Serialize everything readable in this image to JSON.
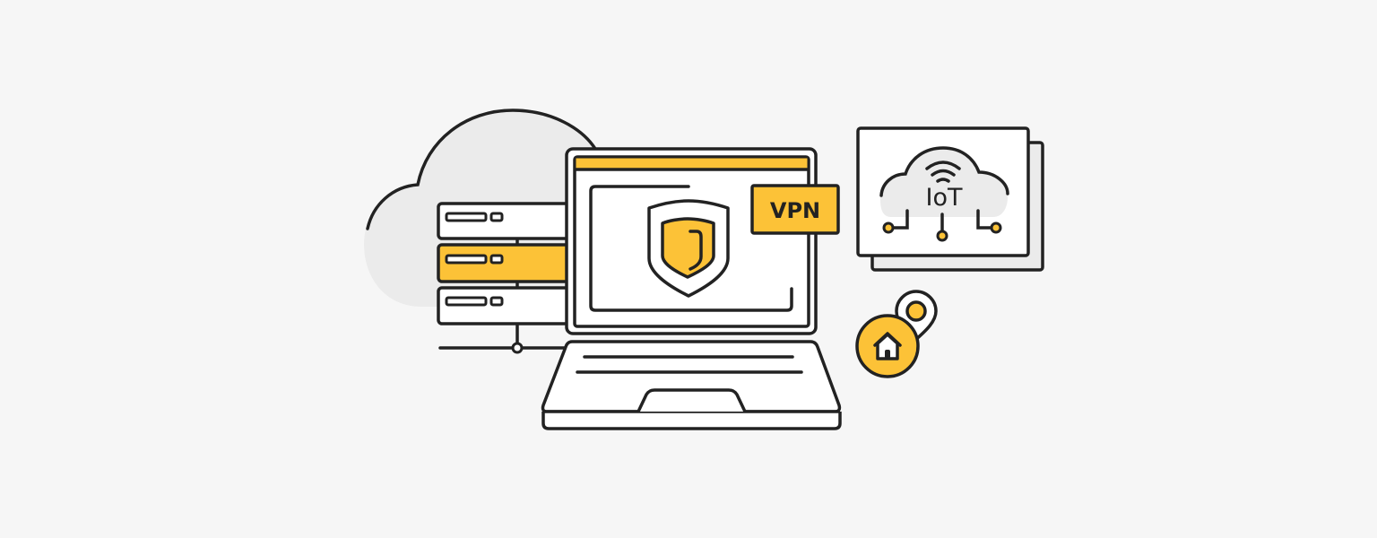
{
  "illustration": {
    "theme": "VPN security on a laptop with cloud servers and IoT",
    "colors": {
      "background": "#f6f6f6",
      "accent_yellow": "#fcc237",
      "outline": "#222222",
      "cloud_fill": "#ebebeb",
      "panel_fill": "#ffffff",
      "panel_shadow": "#ebebeb"
    },
    "vpn_badge": {
      "label": "VPN"
    },
    "iot_panel": {
      "label": "IoT",
      "icons": [
        "wifi-icon",
        "cloud-icon",
        "circuit-node-icon"
      ]
    },
    "server_rack": {
      "units": [
        {
          "state": "idle"
        },
        {
          "state": "active"
        },
        {
          "state": "idle"
        }
      ]
    },
    "laptop": {
      "screen_icon": "shield-icon"
    },
    "location": {
      "icons": [
        "home-icon",
        "map-pin-icon"
      ]
    }
  }
}
